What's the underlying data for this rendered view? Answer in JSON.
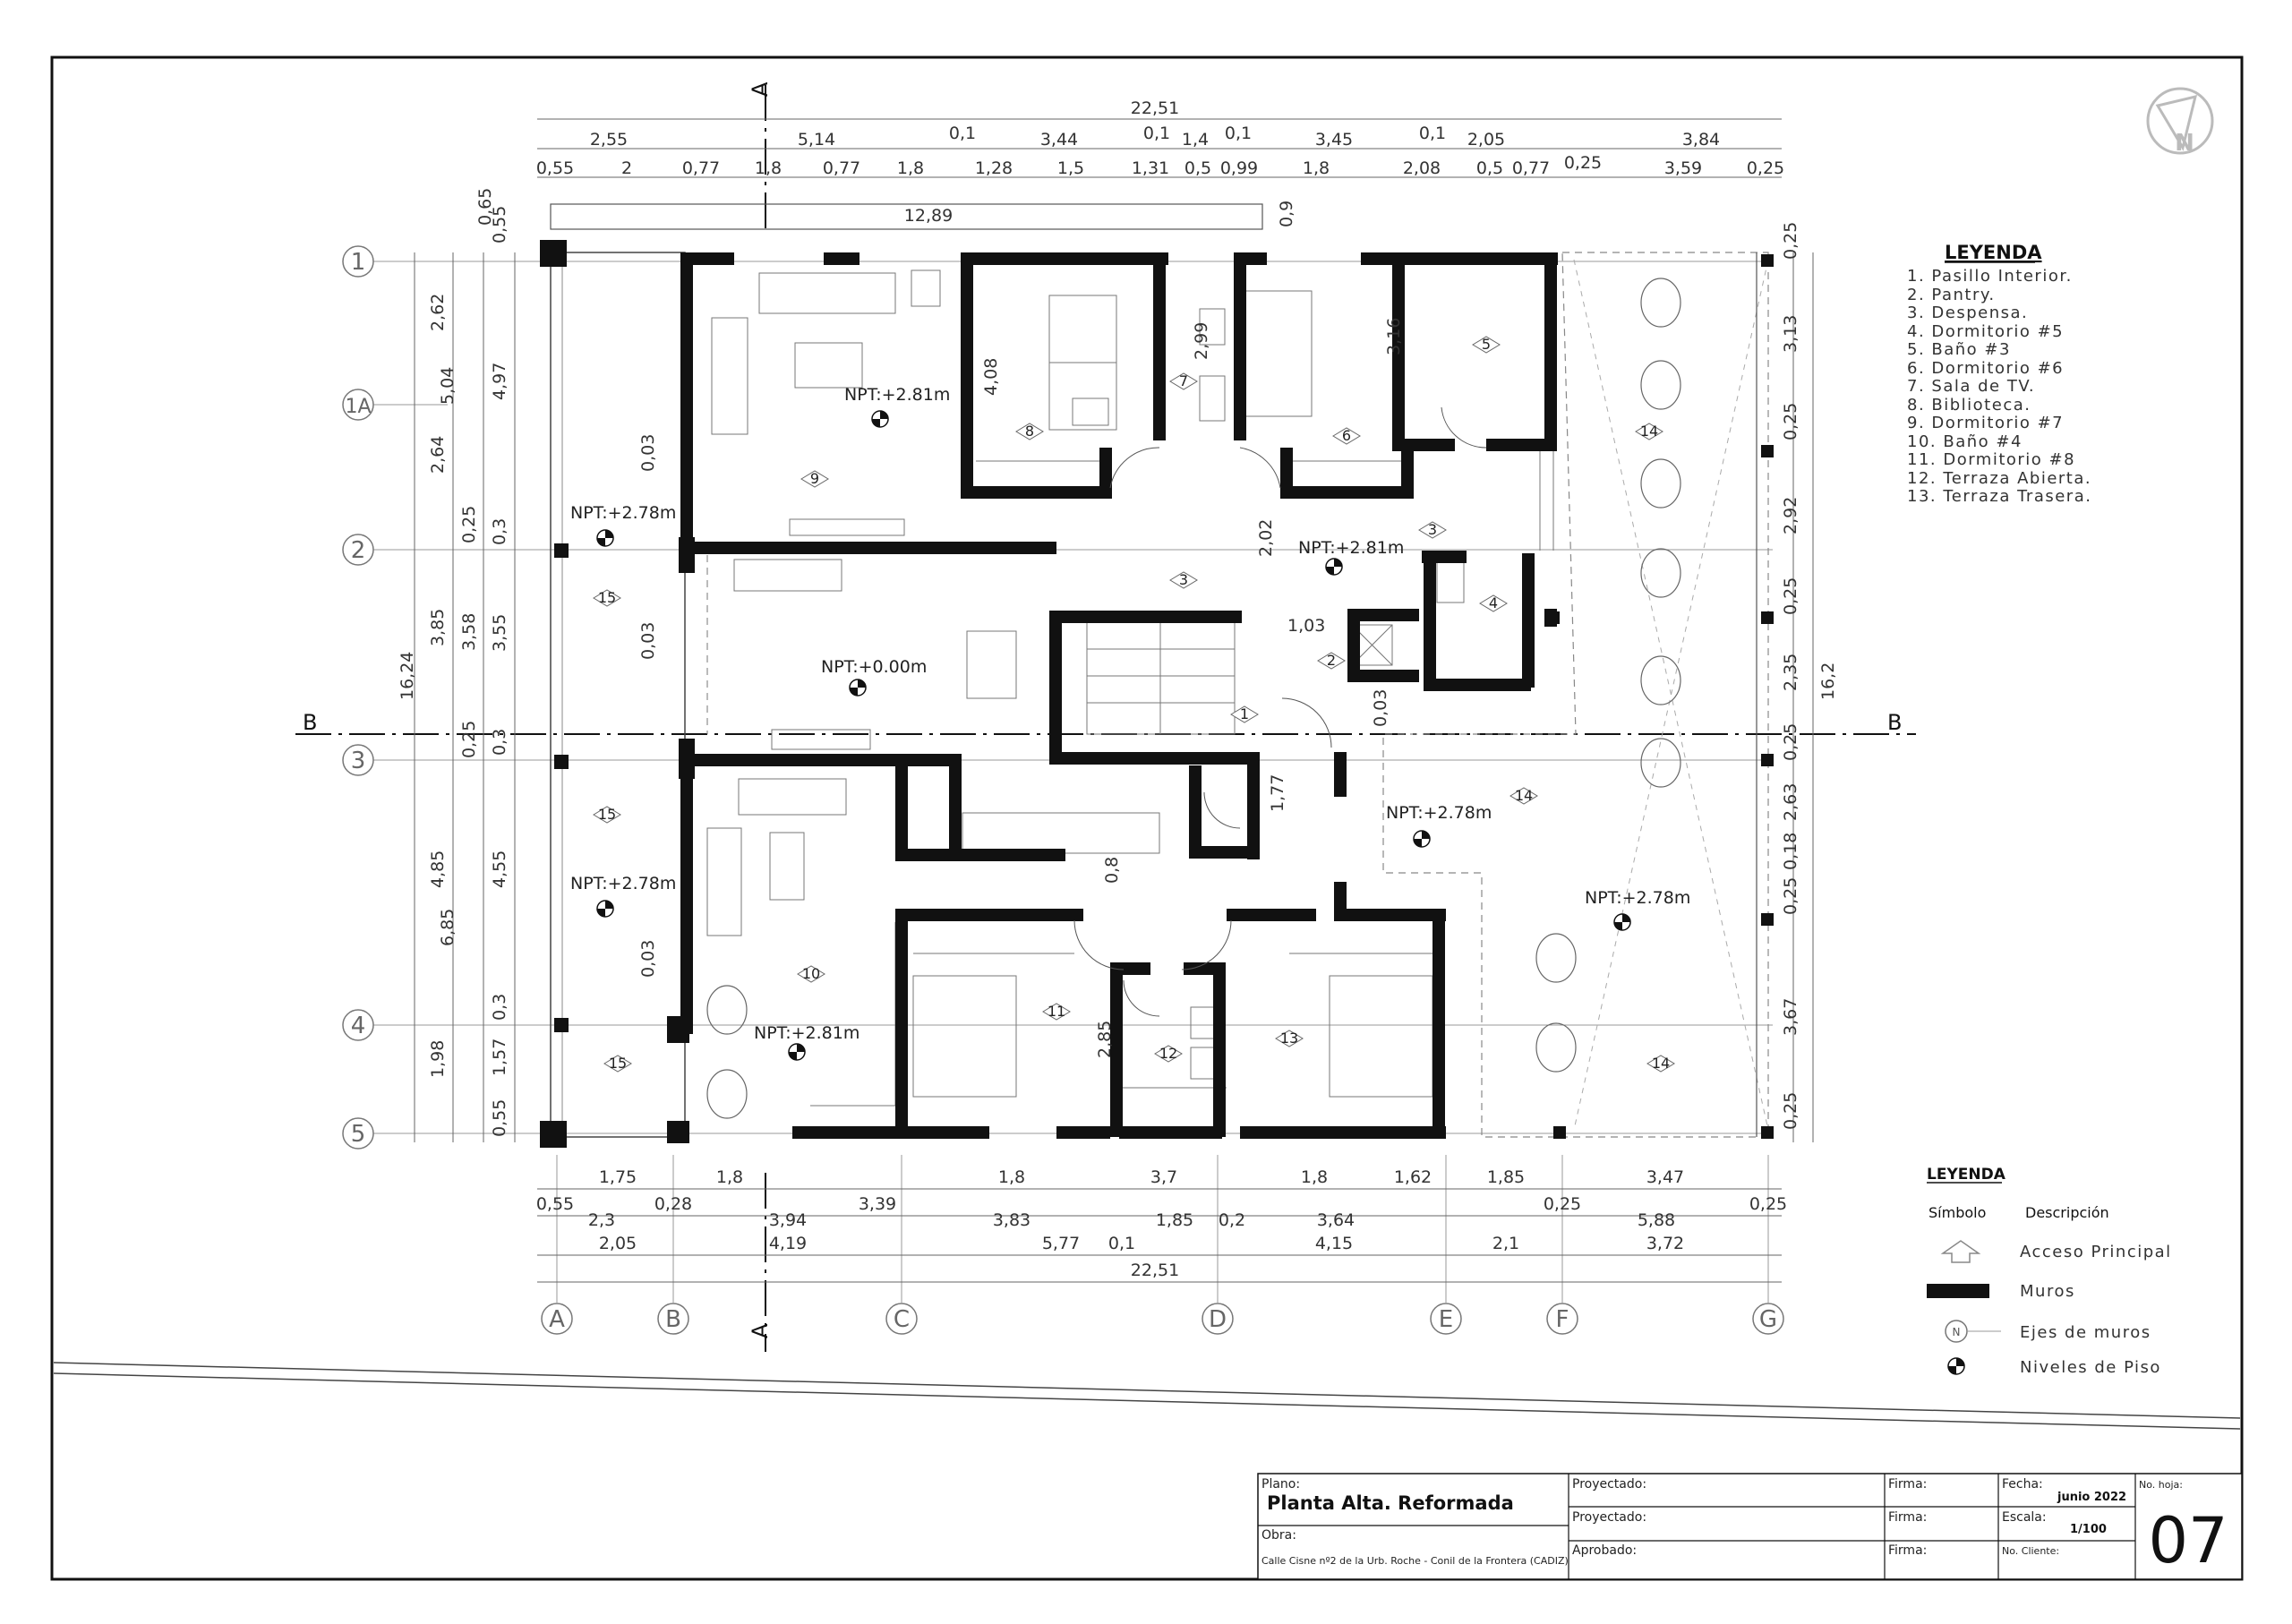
{
  "dims_top_total": "22,51",
  "dims_top_row1": [
    "2,55",
    "5,14",
    "0,1",
    "3,44",
    "0,1",
    "1,4",
    "0,1",
    "3,45",
    "0,1",
    "2,05",
    "3,84"
  ],
  "dims_top_row2": [
    "0,55",
    "2",
    "0,77",
    "1,8",
    "0,77",
    "1,8",
    "1,28",
    "1,5",
    "1,31",
    "0,5",
    "0,99",
    "1,8",
    "2,08",
    "0,5",
    "0,77",
    "0,25",
    "3,59",
    "0,25"
  ],
  "dims_misc": [
    "12,89",
    "0,65",
    "0,9",
    "2,99",
    "4,08",
    "3,16",
    "2,02",
    "1,03",
    "1,77",
    "0,8",
    "2,85",
    "0,03"
  ],
  "dims_bottom_row1": [
    "1,75",
    "1,8",
    "1,8",
    "3,7",
    "1,8",
    "1,62",
    "1,85",
    "3,47"
  ],
  "dims_bottom_row2": [
    "0,55",
    "2,3",
    "0,28",
    "3,94",
    "3,39",
    "3,83",
    "1,85",
    "0,2",
    "3,64",
    "0,25",
    "5,88",
    "0,25"
  ],
  "dims_bottom_row3": [
    "2,05",
    "4,19",
    "5,77",
    "0,1",
    "4,15",
    "2,1",
    "3,72"
  ],
  "dims_bottom_total": "22,51",
  "dims_left_outer": [
    "16,24"
  ],
  "dims_left_mid": [
    "5,04",
    "3,85",
    "4,85",
    "6,85"
  ],
  "dims_left_inner": [
    "2,62",
    "2,64",
    "0,25",
    "3,58",
    "0,25",
    "1,98"
  ],
  "dims_left_near": [
    "0,55",
    "4,97",
    "0,3",
    "3,55",
    "0,3",
    "4,55",
    "0,3",
    "1,57",
    "0,55"
  ],
  "dims_right_near": [
    "0,25",
    "3,13",
    "0,25",
    "2,92",
    "0,25",
    "2,35",
    "0,25",
    "2,63",
    "0,18",
    "0,25",
    "3,67",
    "0,25"
  ],
  "dims_right_total": "16,2",
  "axes_rows": [
    "1",
    "1A",
    "2",
    "3",
    "4",
    "5"
  ],
  "axes_cols": [
    "A",
    "B",
    "C",
    "D",
    "E",
    "F",
    "G"
  ],
  "section_marks": {
    "a": "A",
    "b": "B"
  },
  "levels": [
    "NPT:+2.78m",
    "NPT:+2.81m",
    "NPT:+0.00m"
  ],
  "room_numbers": [
    "1",
    "2",
    "3",
    "4",
    "5",
    "6",
    "7",
    "8",
    "9",
    "10",
    "11",
    "12",
    "13",
    "14",
    "15"
  ],
  "legend1": {
    "title": "LEYENDA",
    "items": [
      "1.   Pasillo Interior.",
      "2.   Pantry.",
      "3.   Despensa.",
      "4.   Dormitorio  #5",
      "5.   Baño  #3",
      "6.   Dormitorio  #6",
      "7.   Sala de TV.",
      "8.   Biblioteca.",
      "9.   Dormitorio  #7",
      "10.  Baño  #4",
      "11.  Dormitorio  #8",
      "12.  Terraza Abierta.",
      "13.  Terraza Trasera."
    ]
  },
  "legend2": {
    "title": "LEYENDA",
    "col_symbol": "Símbolo",
    "col_desc": "Descripción",
    "items": [
      "Acceso Principal",
      "Muros",
      "Ejes de muros",
      "Niveles de Piso"
    ],
    "axis_sample": "N"
  },
  "title_block": {
    "plano_label": "Plano:",
    "plano_value": "Planta Alta. Reformada",
    "obra_label": "Obra:",
    "obra_value": "Calle Cisne nº2 de la Urb. Roche - Conil de la Frontera (CADIZ)",
    "proyectado1": "Proyectado:",
    "proyectado2": "Proyectado:",
    "aprobado": "Aprobado:",
    "firma1": "Firma:",
    "firma2": "Firma:",
    "firma3": "Firma:",
    "fecha_label": "Fecha:",
    "fecha_value": "junio 2022",
    "escala_label": "Escala:",
    "escala_value": "1/100",
    "cliente_label": "No. Cliente:",
    "hoja_label": "No. hoja:",
    "hoja_value": "07"
  },
  "north_mark": "N",
  "colors": {
    "wall": "#111111",
    "line": "#555555",
    "dim": "#666666",
    "border": "#111111"
  }
}
